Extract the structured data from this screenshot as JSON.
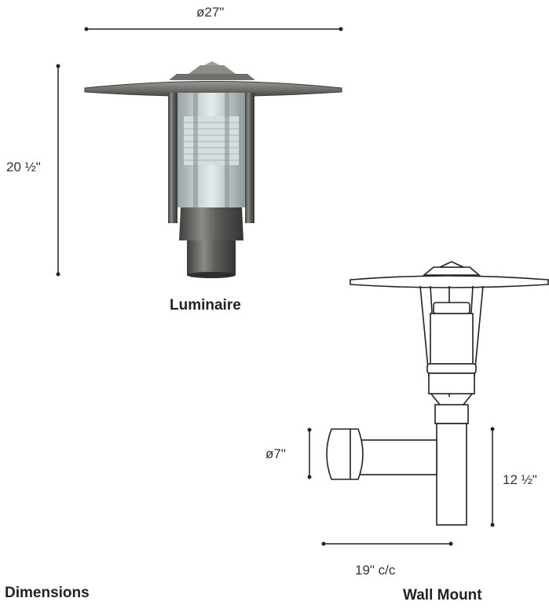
{
  "luminaire": {
    "width_label": "ø27\"",
    "height_label": "20 ½\"",
    "caption": "Luminaire"
  },
  "wall_mount": {
    "arm_diameter_label": "ø7\"",
    "height_label": "12 ½\"",
    "spacing_label": "19\" c/c",
    "caption": "Wall Mount"
  },
  "section_title": "Dimensions",
  "colors": {
    "metal_dark": "#4a4a48",
    "metal_mid": "#7a7a76",
    "lens": "#c9d2d6",
    "line": "#222222"
  }
}
